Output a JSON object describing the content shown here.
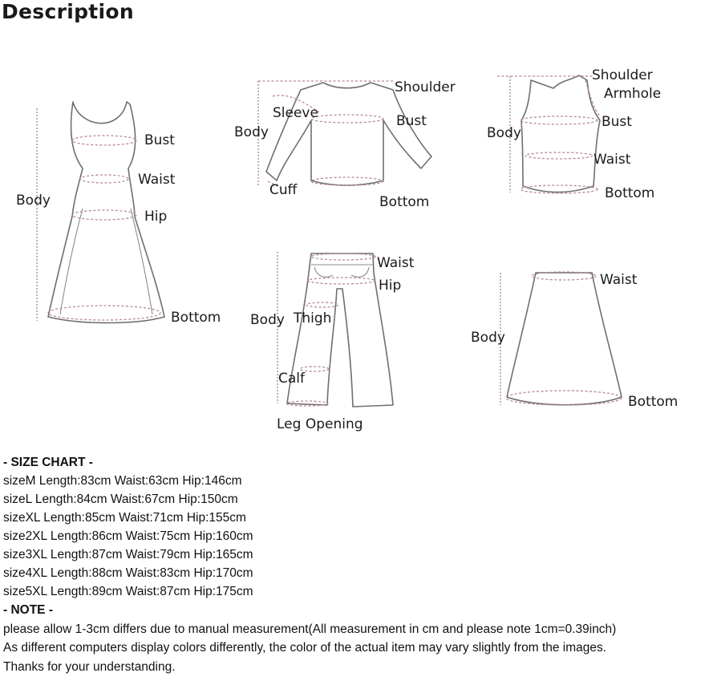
{
  "page_title": "Description",
  "diagrams": {
    "dress": {
      "bust": "Bust",
      "waist": "Waist",
      "hip": "Hip",
      "body": "Body",
      "bottom": "Bottom"
    },
    "top": {
      "shoulder": "Shoulder",
      "sleeve": "Sleeve",
      "body": "Body",
      "bust": "Bust",
      "cuff": "Cuff",
      "bottom": "Bottom"
    },
    "vest": {
      "shoulder": "Shoulder",
      "armhole": "Armhole",
      "body": "Body",
      "bust": "Bust",
      "waist": "Waist",
      "bottom": "Bottom"
    },
    "pants": {
      "waist": "Waist",
      "hip": "Hip",
      "body": "Body",
      "thigh": "Thigh",
      "calf": "Calf",
      "leg_opening": "Leg Opening"
    },
    "skirt": {
      "waist": "Waist",
      "body": "Body",
      "bottom": "Bottom"
    }
  },
  "size_chart": {
    "heading": "- SIZE CHART -",
    "rows": [
      "sizeM Length:83cm Waist:63cm Hip:146cm",
      "sizeL Length:84cm Waist:67cm Hip:150cm",
      "sizeXL Length:85cm Waist:71cm Hip:155cm",
      "size2XL Length:86cm Waist:75cm Hip:160cm",
      "size3XL Length:87cm Waist:79cm Hip:165cm",
      "size4XL Length:88cm Waist:83cm Hip:170cm",
      "size5XL Length:89cm Waist:87cm Hip:175cm"
    ]
  },
  "note": {
    "heading": "- NOTE -",
    "lines": [
      "please allow 1-3cm differs due to manual measurement(All measurement in cm and please note 1cm=0.39inch)",
      "As different computers display colors differently, the color of the actual item may vary slightly from the images.",
      "Thanks for your understanding."
    ]
  }
}
